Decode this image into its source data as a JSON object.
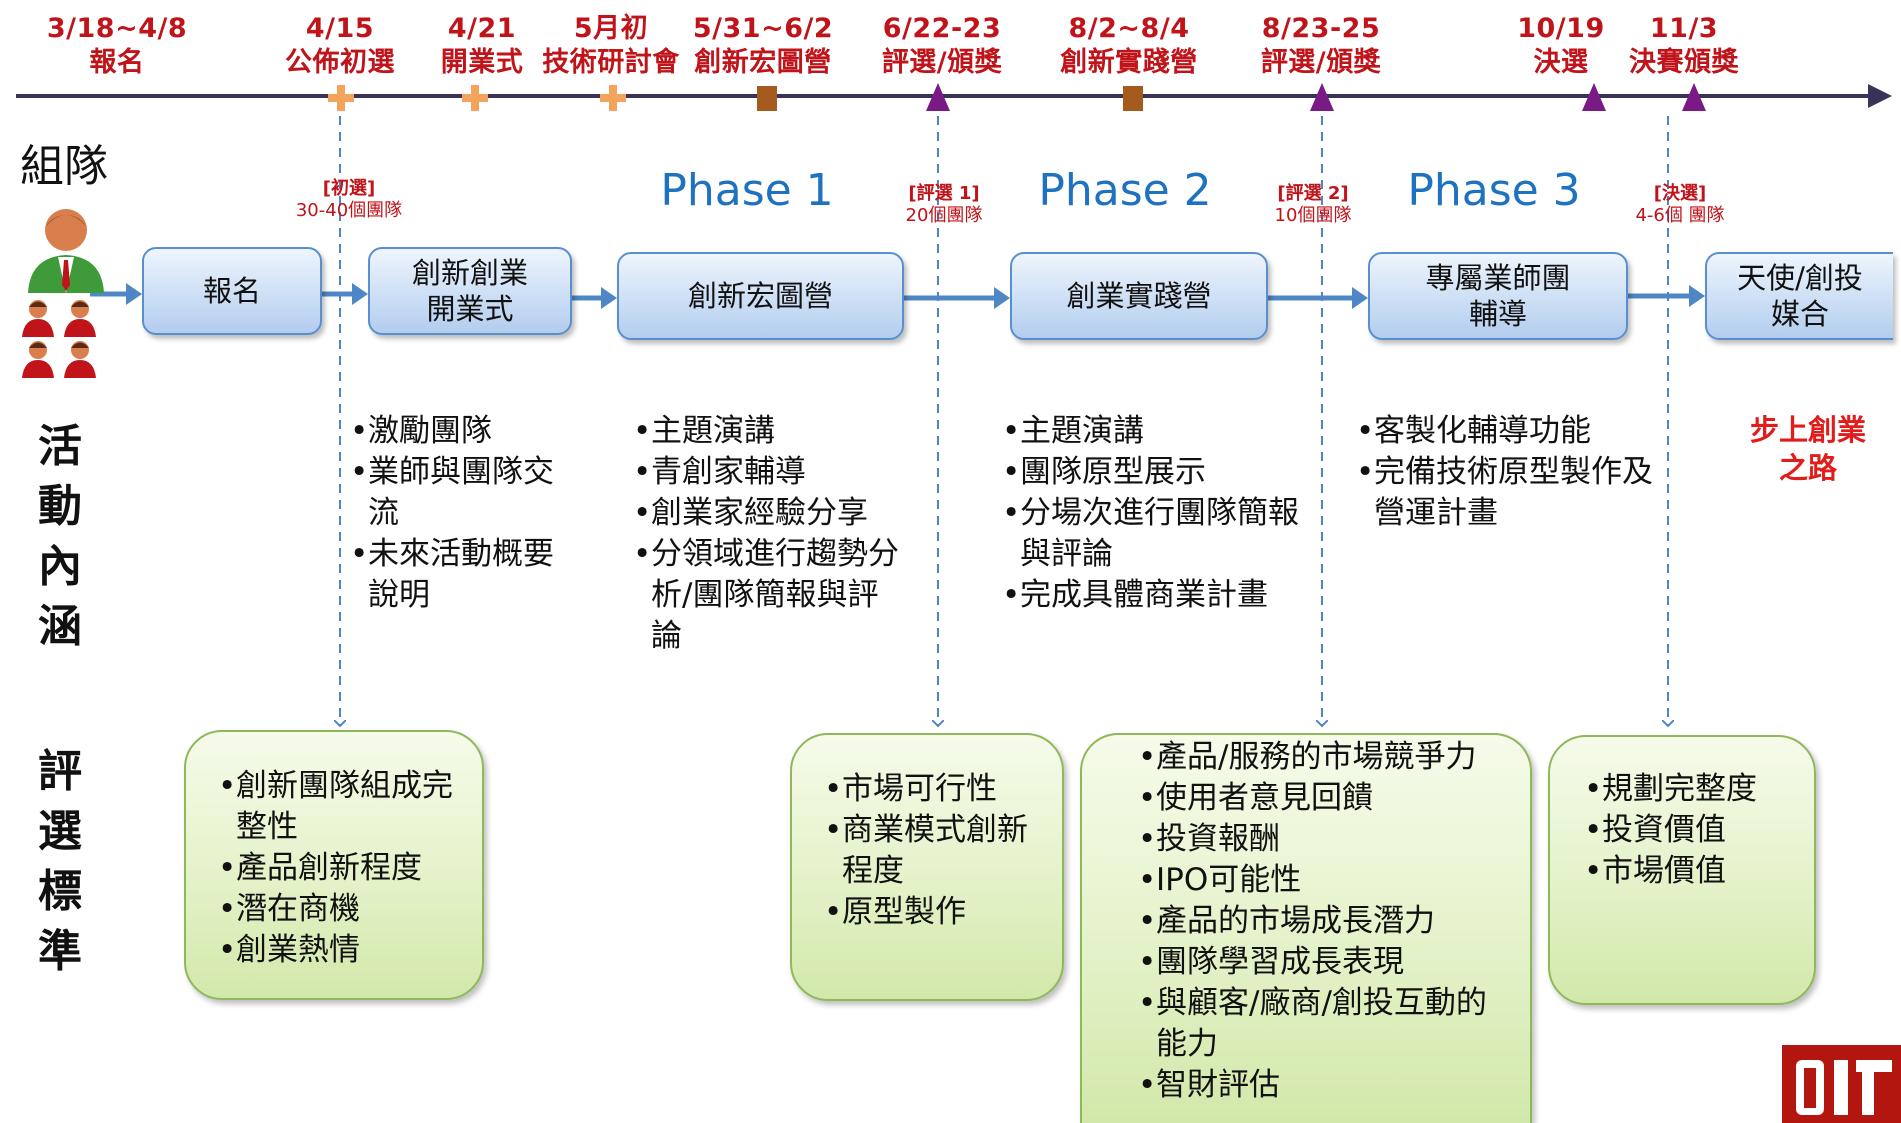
{
  "milestones": [
    {
      "date": "3/18~4/8",
      "name": "報名",
      "marker": "none"
    },
    {
      "date": "4/15",
      "name": "公佈初選",
      "marker": "cross"
    },
    {
      "date": "4/21",
      "name": "開業式",
      "marker": "cross"
    },
    {
      "date": "5月初",
      "name": "技術研討會",
      "marker": "cross"
    },
    {
      "date": "5/31~6/2",
      "name": "創新宏圖營",
      "marker": "square"
    },
    {
      "date": "6/22-23",
      "name": "評選/頒獎",
      "marker": "triangle"
    },
    {
      "date": "8/2~8/4",
      "name": "創新實踐營",
      "marker": "square"
    },
    {
      "date": "8/23-25",
      "name": "評選/頒獎",
      "marker": "triangle"
    },
    {
      "date": "10/19",
      "name": "決選",
      "marker": "triangle"
    },
    {
      "date": "11/3",
      "name": "決賽頒獎",
      "marker": "triangle"
    }
  ],
  "selections": [
    {
      "title": "[初選]",
      "count": "30-40個團隊"
    },
    {
      "title": "[評選 1]",
      "count": "20個團隊"
    },
    {
      "title": "[評選 2]",
      "count": "10個團隊"
    },
    {
      "title": "[決選]",
      "count": "4-6個 團隊"
    }
  ],
  "phases": [
    "Phase 1",
    "Phase 2",
    "Phase 3"
  ],
  "team_label": "組隊",
  "stages": [
    "報名",
    "創新創業\n開業式",
    "創新宏圖營",
    "創業實踐營",
    "專屬業師團\n輔導",
    "天使/創投\n媒合"
  ],
  "sections": {
    "activities": [
      "活",
      "動",
      "內",
      "涵"
    ],
    "criteria": [
      "評",
      "選",
      "標",
      "準"
    ]
  },
  "activities": [
    [
      "激勵團隊",
      "業師與團隊交流",
      "未來活動概要說明"
    ],
    [
      "主題演講",
      "青創家輔導",
      "創業家經驗分享",
      "分領域進行趨勢分析/團隊簡報與評論"
    ],
    [
      "主題演講",
      "團隊原型展示",
      "分場次進行團隊簡報與評論",
      "完成具體商業計畫"
    ],
    [
      "客製化輔導功能",
      "完備技術原型製作及營運計畫"
    ]
  ],
  "road": [
    "步上創業",
    "之路"
  ],
  "criteria": [
    [
      "創新團隊組成完整性",
      "產品創新程度",
      "潛在商機",
      "創業熱情"
    ],
    [
      "市場可行性",
      "商業模式創新程度",
      "原型製作"
    ],
    [
      "產品/服務的市場競爭力",
      "使用者意見回饋",
      "投資報酬",
      "IPO可能性",
      "產品的市場成長潛力",
      "團隊學習成長表現",
      "與顧客/廠商/創投互動的能力",
      "智財評估"
    ],
    [
      "規劃完整度",
      "投資價值",
      "市場價值"
    ]
  ],
  "colors": {
    "timeline": "#3a3358",
    "milestone_text": "#c0141a",
    "cross_marker": "#f3a35a",
    "square_marker": "#a55a1e",
    "triangle_marker": "#7a1a86",
    "phase_text": "#1f72c0",
    "flow_arrow": "#4f86c6",
    "dashed_line": "#4f86c6",
    "stage_fill": "#cddff5",
    "criteria_fill": "#e4f2c9",
    "road_text": "#e21b1b",
    "logo": "#b3160e"
  },
  "icons": [
    "person-group-icon",
    "logo-icon"
  ]
}
